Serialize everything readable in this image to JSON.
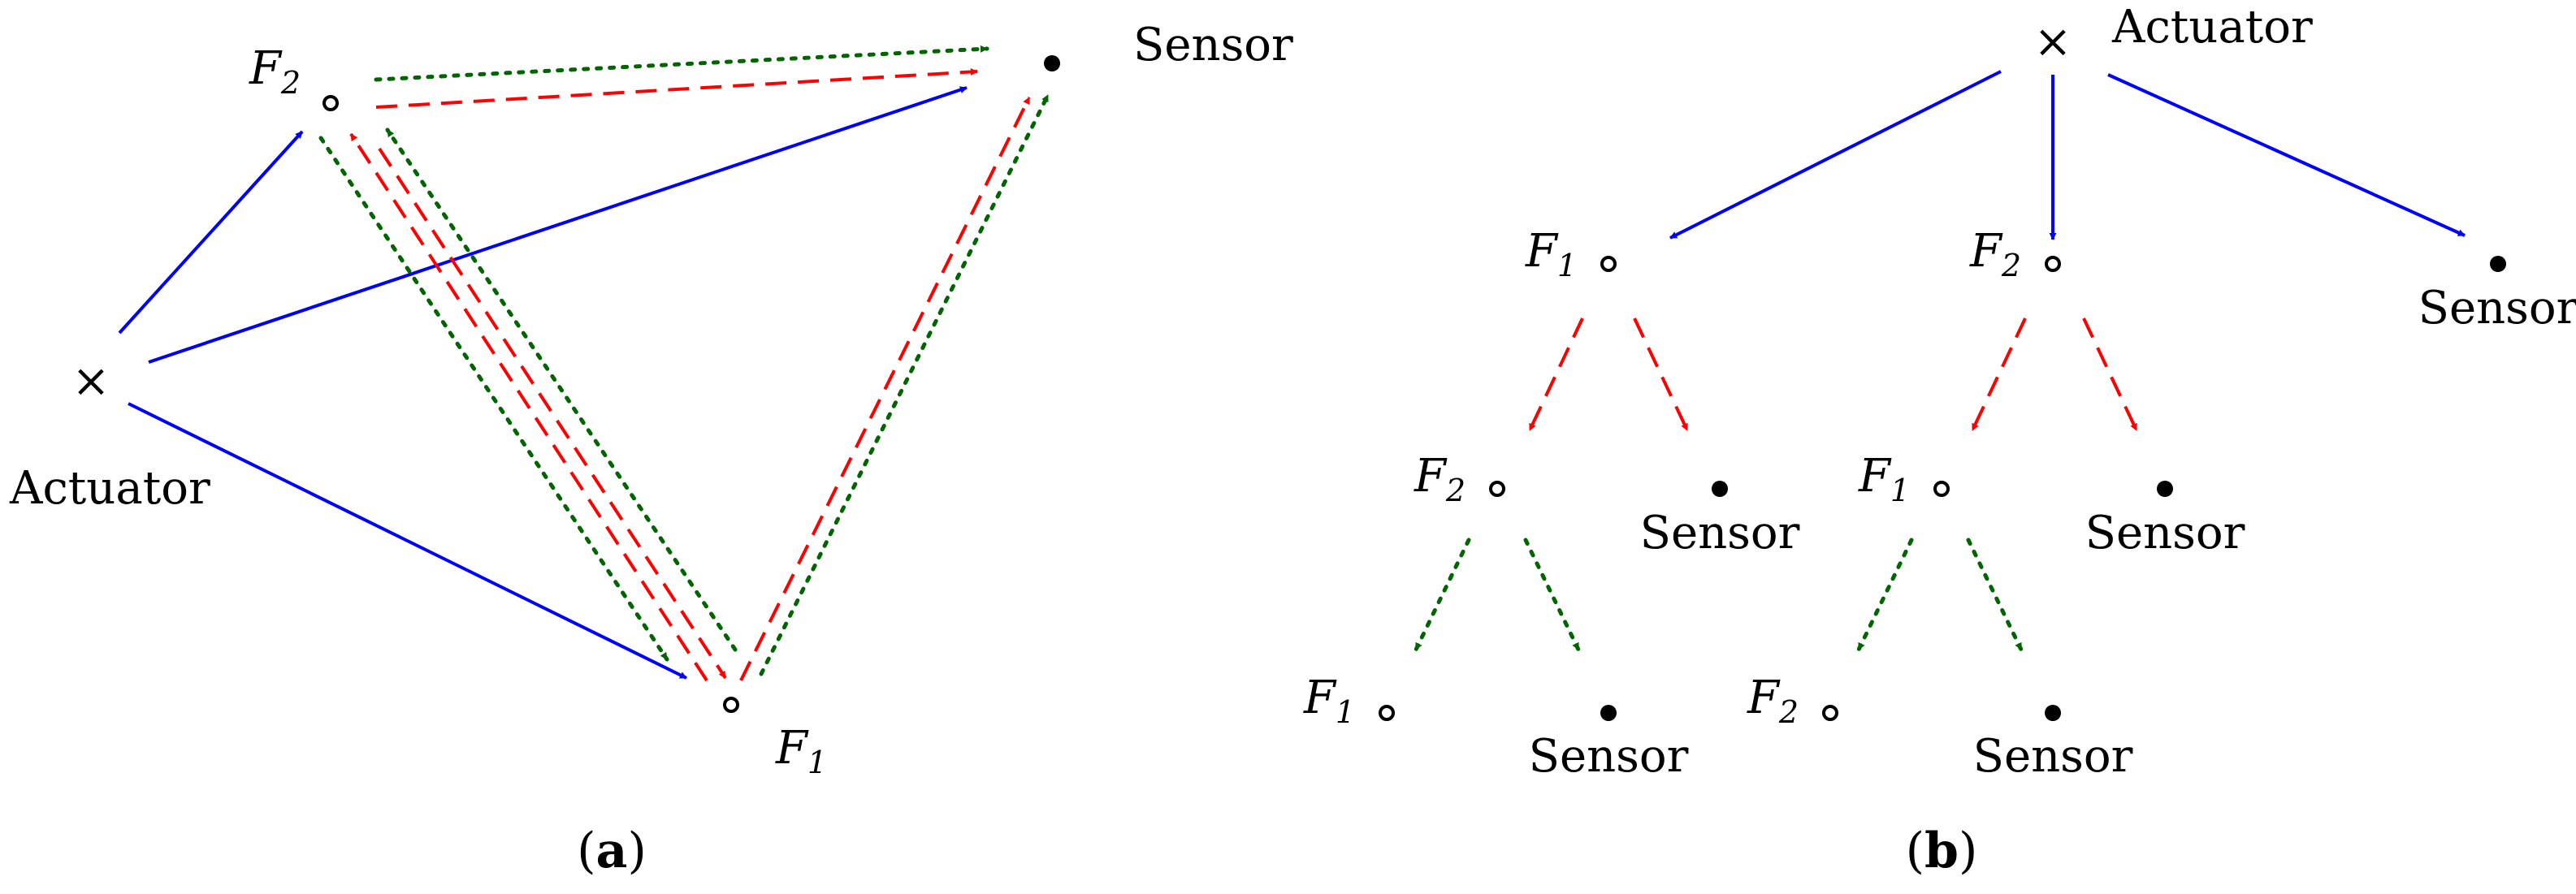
{
  "colors": {
    "actuator_edge": "#0000ff",
    "f1_edge": "#ff0000",
    "f2_edge": "#006400"
  },
  "labels": {
    "actuator": "Actuator",
    "sensor": "Sensor",
    "f_letter": "F",
    "f1_sub": "1",
    "f2_sub": "2",
    "actuator_marker": "×"
  },
  "panels": {
    "a": {
      "open": "(",
      "letter": "a",
      "close": ")"
    },
    "b": {
      "open": "(",
      "letter": "b",
      "close": ")"
    }
  }
}
